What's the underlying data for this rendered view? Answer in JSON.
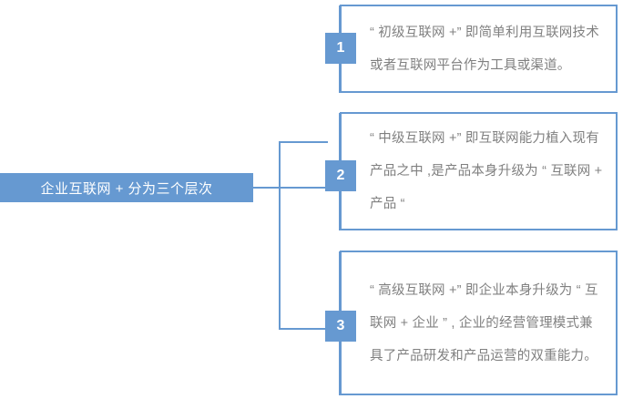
{
  "diagram": {
    "type": "tree-breakdown",
    "root": {
      "label": "企业互联网 + 分为三个层次"
    },
    "colors": {
      "accent": "#6699d1",
      "card_border": "#6699d1",
      "card_background": "#ffffff",
      "body_text": "#808080",
      "badge_text": "#ffffff",
      "page_background": "#ffffff"
    },
    "nodes": [
      {
        "number": "1",
        "text": "“ 初级互联网 +” 即简单利用互联网技术或者互联网平台作为工具或渠道。"
      },
      {
        "number": "2",
        "text": "“ 中级互联网 +” 即互联网能力植入现有产品之中 ,是产品本身升级为 “ 互联网 + 产品 “"
      },
      {
        "number": "3",
        "text": "“ 高级互联网 +” 即企业本身升级为 “ 互联网 + 企业 ” , 企业的经营管理模式兼具了产品研发和产品运营的双重能力。"
      }
    ]
  }
}
